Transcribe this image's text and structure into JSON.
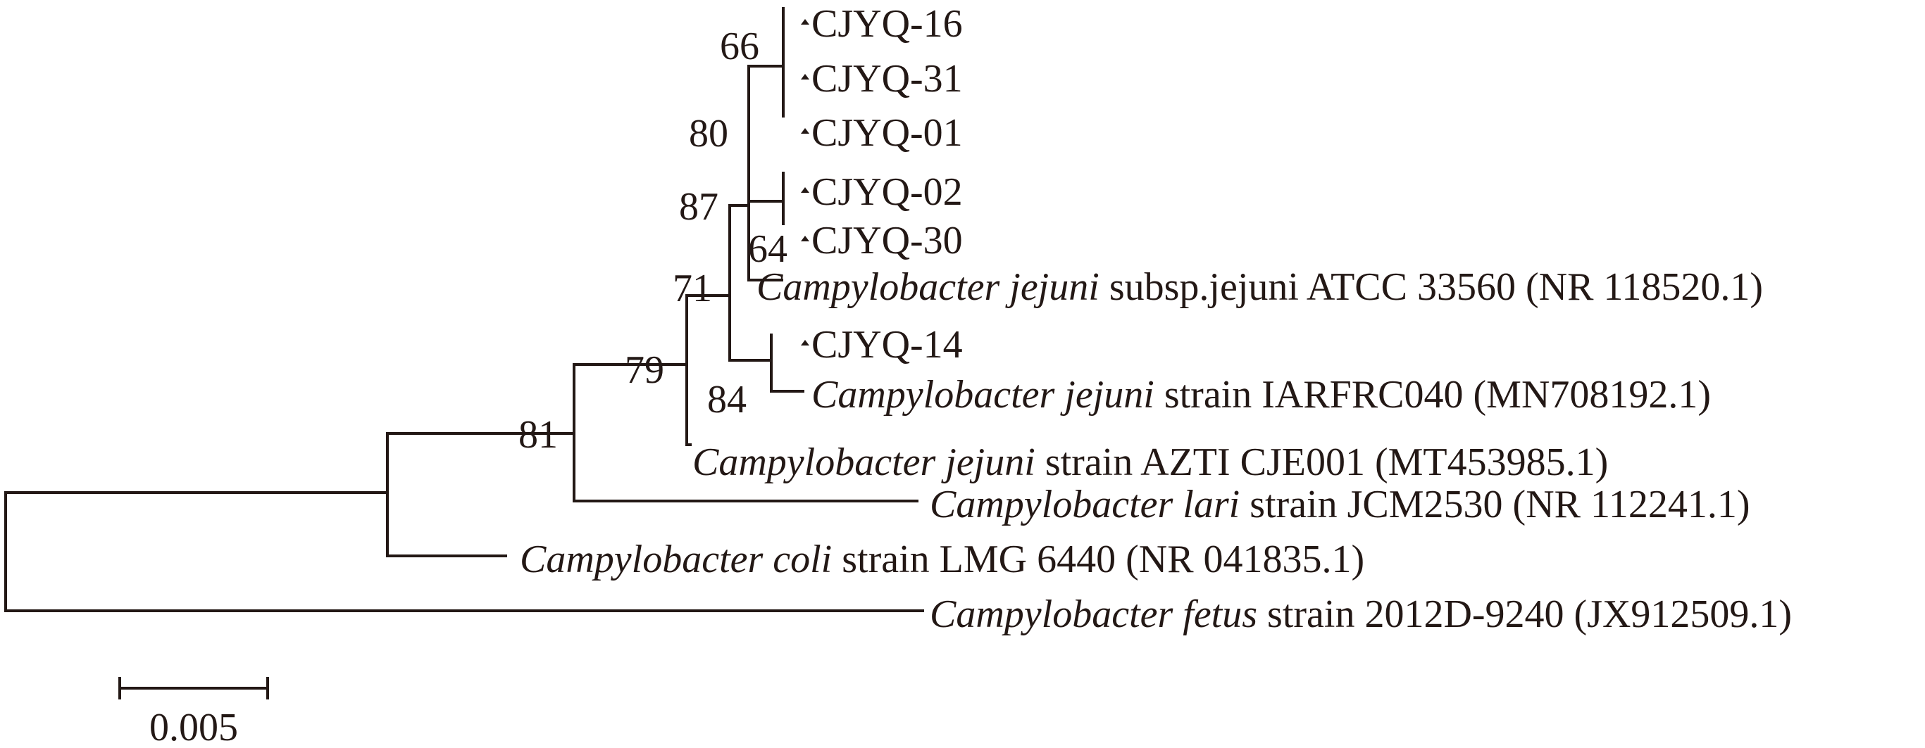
{
  "tree": {
    "leaves": [
      {
        "id": "CJYQ-16",
        "marker": "triangle",
        "genus_species": "",
        "rest": "CJYQ-16"
      },
      {
        "id": "CJYQ-31",
        "marker": "triangle",
        "genus_species": "",
        "rest": "CJYQ-31"
      },
      {
        "id": "CJYQ-01",
        "marker": "triangle",
        "genus_species": "",
        "rest": "CJYQ-01"
      },
      {
        "id": "CJYQ-02",
        "marker": "triangle",
        "genus_species": "",
        "rest": "CJYQ-02"
      },
      {
        "id": "CJYQ-30",
        "marker": "triangle",
        "genus_species": "",
        "rest": "CJYQ-30"
      },
      {
        "id": "atcc33560",
        "marker": "",
        "genus_species": "Campylobacter jejuni",
        "rest": " subsp.jejuni ATCC 33560 (NR 118520.1)"
      },
      {
        "id": "CJYQ-14",
        "marker": "triangle",
        "genus_species": "",
        "rest": "CJYQ-14"
      },
      {
        "id": "iarfrc040",
        "marker": "",
        "genus_species": "Campylobacter jejuni",
        "rest": " strain IARFRC040 (MN708192.1)"
      },
      {
        "id": "azti",
        "marker": "",
        "genus_species": "Campylobacter jejuni",
        "rest": " strain AZTI CJE001 (MT453985.1)"
      },
      {
        "id": "lari",
        "marker": "",
        "genus_species": "Campylobacter lari",
        "rest": " strain JCM2530 (NR 112241.1)"
      },
      {
        "id": "coli",
        "marker": "",
        "genus_species": "Campylobacter coli",
        "rest": " strain LMG 6440 (NR 041835.1)"
      },
      {
        "id": "fetus",
        "marker": "",
        "genus_species": "Campylobacter fetus",
        "rest": " strain 2012D-9240 (JX912509.1)"
      }
    ],
    "bootstrap": [
      "66",
      "80",
      "87",
      "64",
      "71",
      "79",
      "84",
      "81"
    ],
    "scale_bar": {
      "value": 0.005,
      "label": "0.005"
    }
  }
}
